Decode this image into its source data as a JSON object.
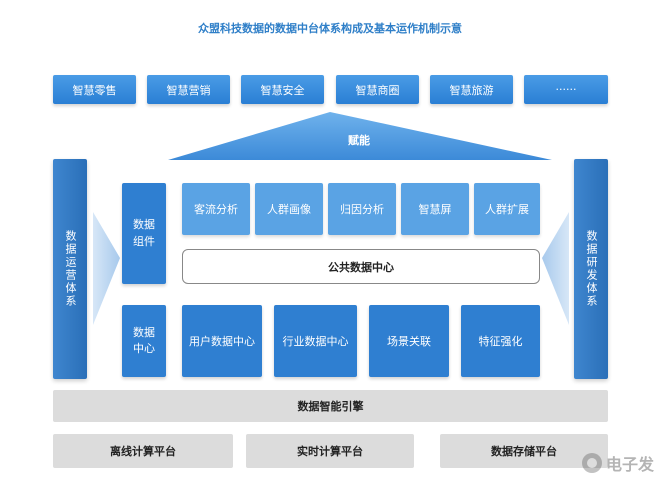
{
  "title": "众盟科技数据的数据中台体系构成及基本运作机制示意",
  "top_apps": [
    "智慧零售",
    "智慧营销",
    "智慧安全",
    "智慧商圈",
    "智慧旅游",
    "······"
  ],
  "roof_label": "赋能",
  "left_sidebar": "数据运营体系",
  "right_sidebar": "数据研发体系",
  "component_label": "数据组件",
  "components": [
    "客流分析",
    "人群画像",
    "归因分析",
    "智慧屏",
    "人群扩展"
  ],
  "public_center": "公共数据中心",
  "center_label": "数据中心",
  "centers": [
    "用户数据中心",
    "行业数据中心",
    "场景关联",
    "特征强化"
  ],
  "engine": "数据智能引擎",
  "platforms": [
    "离线计算平台",
    "实时计算平台",
    "数据存储平台"
  ],
  "watermark": "电子发",
  "colors": {
    "primary": "#2f7fd1",
    "light": "#5aa3e4",
    "gray": "#dcdcdc",
    "title": "#2f7fc8"
  }
}
